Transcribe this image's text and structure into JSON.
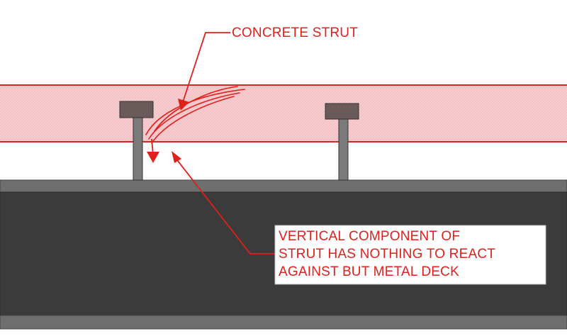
{
  "diagram": {
    "labels": {
      "concrete_strut": "CONCRETE STRUT",
      "callout_line_1": "VERTICAL COMPONENT OF",
      "callout_line_2": "STRUT HAS NOTHING TO REACT",
      "callout_line_3": "AGAINST BUT METAL DECK"
    },
    "colors": {
      "annotation_red": "#e0201b",
      "concrete_fill": "#f5c6c8",
      "concrete_edge": "#d42a2a",
      "steel_beam": "#3a3a3a",
      "steel_flange": "#6e6e6e",
      "stud_shank": "#7a7a7a",
      "stud_head": "#6a5a5a"
    },
    "icons": {
      "stud_left": "shear-stud-icon",
      "stud_right": "shear-stud-icon",
      "arrow_down": "arrow-down-icon",
      "arrow_callout": "arrow-up-left-icon"
    }
  }
}
